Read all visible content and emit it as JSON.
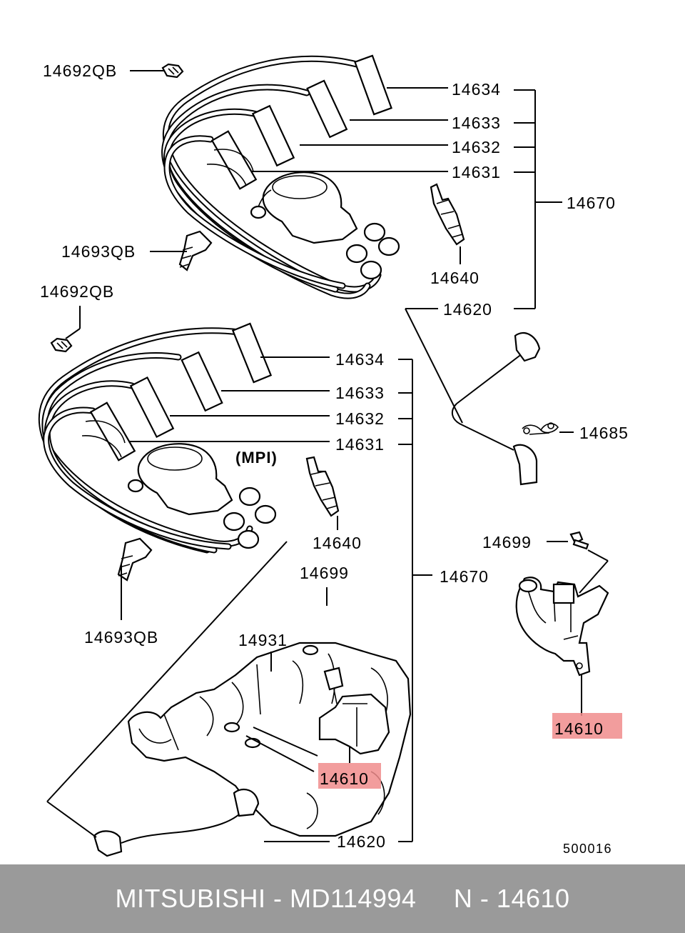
{
  "labels": {
    "clip_upper": "14692QB",
    "holder_upper": "14693QB",
    "clip_lower": "14692QB",
    "holder_lower": "14693QB",
    "cable_no4_upper": "14634",
    "cable_no3_upper": "14633",
    "cable_no2_upper": "14632",
    "cable_no1_upper": "14631",
    "cable_set_upper": "14670",
    "plug_upper": "14640",
    "coil_cable_upper": "14620",
    "clamp": "14685",
    "cable_no4_lower": "14634",
    "cable_no3_lower": "14633",
    "cable_no2_lower": "14632",
    "cable_no1_lower": "14631",
    "mpi": "(MPI)",
    "plug_lower": "14640",
    "bolt_right": "14699",
    "bolt_left": "14699",
    "cable_set_lower": "14670",
    "sensor": "14931",
    "coil_right": "14610",
    "coil_left": "14610",
    "coil_cable_lower": "14620",
    "diagram_code": "500016"
  },
  "highlight_color": "#f08c8c",
  "footer": {
    "text": "MITSUBISHI - MD114994     N - 14610"
  }
}
